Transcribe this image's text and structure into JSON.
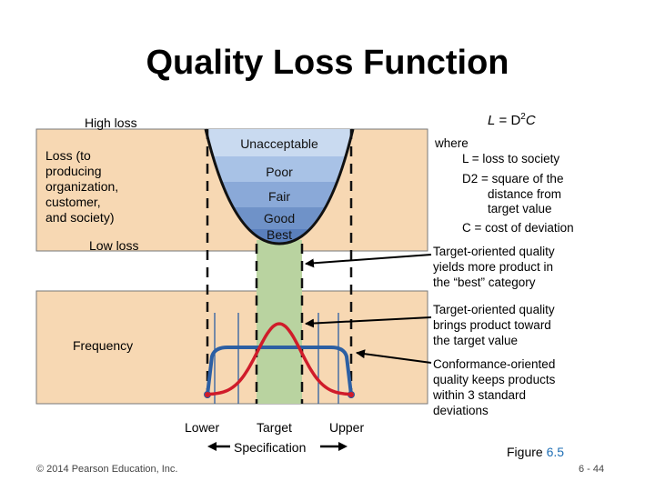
{
  "title": "Quality Loss Function",
  "formula": {
    "L": "L",
    "eq": " = D",
    "sup": "2",
    "C": "C"
  },
  "left_labels": {
    "high_loss": "High loss",
    "loss_desc": [
      "Loss (to",
      "producing",
      "organization,",
      "customer,",
      "and society)"
    ],
    "low_loss": "Low loss",
    "frequency": "Frequency"
  },
  "zones": [
    "Unacceptable",
    "Poor",
    "Fair",
    "Good",
    "Best"
  ],
  "where": {
    "heading": "where",
    "lines": [
      "L =  loss to society",
      "D2 =  square of the",
      "distance from",
      "target value",
      "C = cost of deviation"
    ]
  },
  "notes": {
    "n1": [
      "Target-oriented quality",
      "yields more product in",
      "the “best” category"
    ],
    "n2": [
      "Target-oriented quality",
      "brings product toward",
      "the target value"
    ],
    "n3": [
      "Conformance-oriented",
      "quality keeps products",
      "within 3 standard",
      "deviations"
    ]
  },
  "axis": {
    "lower": "Lower",
    "target": "Target",
    "upper": "Upper",
    "spec": "Specification"
  },
  "figure": {
    "prefix": "Figure ",
    "num": "6.5"
  },
  "copyright": "© 2014 Pearson Education, Inc.",
  "page": "6 - 44",
  "colors": {
    "panel": "#f7d8b3",
    "bands": [
      "#c9daf0",
      "#a8c2e6",
      "#8aa9d8",
      "#6f92c8",
      "#5a7fbc"
    ],
    "green": "#b9d3a0",
    "red": "#d01c2a",
    "blue": "#2c5fa3",
    "accent": "#1f6fb5"
  }
}
